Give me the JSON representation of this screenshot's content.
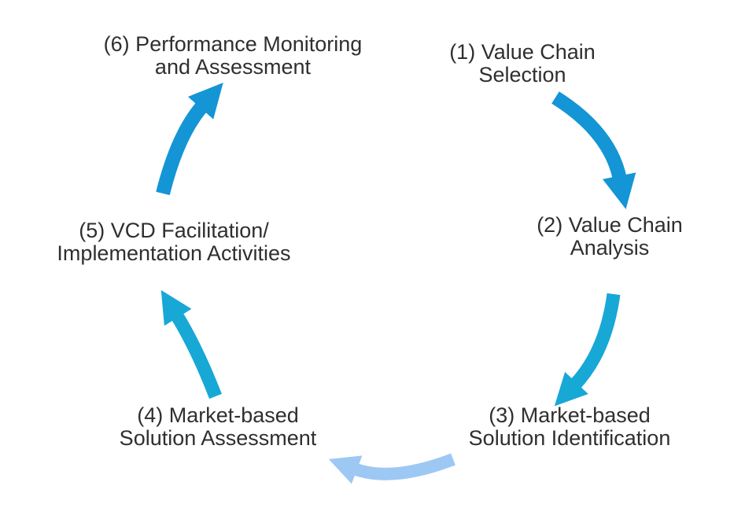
{
  "diagram": {
    "kind": "cycle-process",
    "steps": [
      {
        "num": 1,
        "lines": [
          "(1) Value Chain",
          "Selection"
        ]
      },
      {
        "num": 2,
        "lines": [
          "(2) Value Chain",
          "Analysis"
        ]
      },
      {
        "num": 3,
        "lines": [
          "(3) Market-based",
          "Solution Identification"
        ]
      },
      {
        "num": 4,
        "lines": [
          "(4) Market-based",
          "Solution Assessment"
        ]
      },
      {
        "num": 5,
        "lines": [
          "(5) VCD Facilitation/",
          "Implementation Activities"
        ]
      },
      {
        "num": 6,
        "lines": [
          "(6) Performance Monitoring",
          "and Assessment"
        ]
      }
    ],
    "arrows": [
      {
        "from": 1,
        "to": 2,
        "color": "#1495d6"
      },
      {
        "from": 2,
        "to": 3,
        "color": "#17a8d6"
      },
      {
        "from": 3,
        "to": 4,
        "color": "#9ec8f4"
      },
      {
        "from": 4,
        "to": 5,
        "color": "#17a8d6"
      },
      {
        "from": 5,
        "to": 6,
        "color": "#1495d6"
      }
    ],
    "colors": {
      "text": "#2f2f2f",
      "background": "#ffffff"
    }
  }
}
